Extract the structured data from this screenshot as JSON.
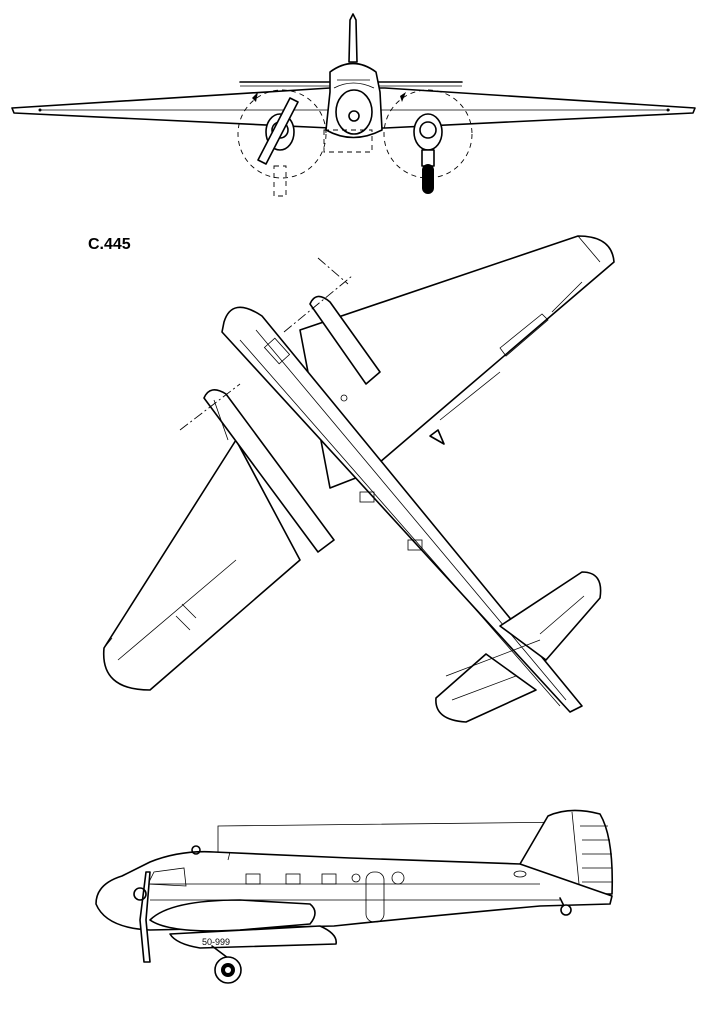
{
  "drawing": {
    "designation": "C.445",
    "registration": "50-999"
  },
  "views": [
    "front",
    "plan",
    "side"
  ],
  "colors": {
    "ink": "#000000",
    "paper": "#ffffff"
  }
}
